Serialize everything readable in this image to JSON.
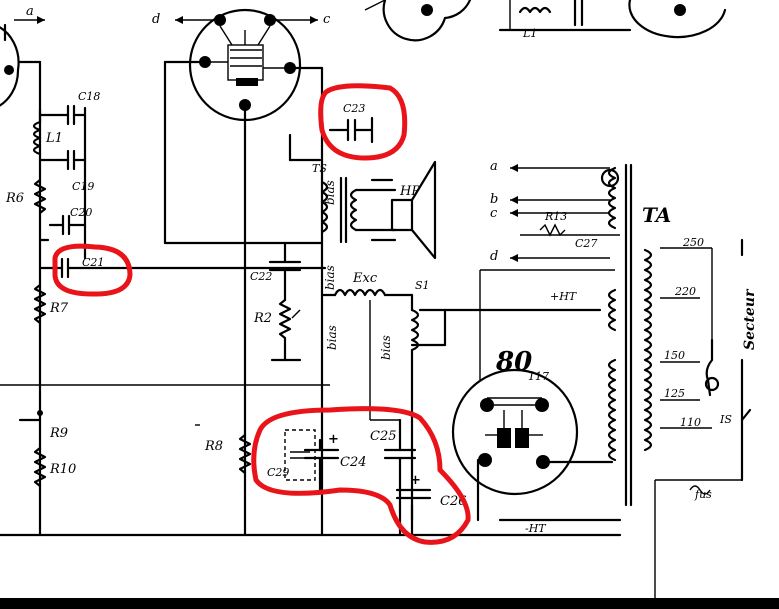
{
  "labels": {
    "a_top": "a",
    "d_top": "d",
    "c_top": "c",
    "l1_top": "L1",
    "c18": "C18",
    "l1": "L1",
    "c19": "C19",
    "r6": "R6",
    "c20": "C20",
    "c21": "C21",
    "r7": "R7",
    "r9": "R9",
    "r10": "R10",
    "c23": "C23",
    "ts": "TS",
    "hp": "HP",
    "bias_top": "bias",
    "bias_mid": "bias",
    "c22": "C22",
    "r2": "R2",
    "exc": "Exc",
    "s1": "S1",
    "r8": "R8",
    "c24": "C24",
    "c25": "C25",
    "c29": "C29",
    "c26": "C26",
    "plus1": "+",
    "plus2": "+",
    "a_right": "a",
    "b_right": "b",
    "c_right": "c",
    "d_right": "d",
    "r13": "R13",
    "c27": "C27",
    "ta": "TA",
    "plus_ht": "+HT",
    "minus_ht": "-HT",
    "tube_80": "80",
    "tube_sub": "117",
    "v250": "250",
    "v220": "220",
    "v150": "150",
    "v125": "125",
    "v110": "110",
    "secteur": "Secteur",
    "is": "IS",
    "fus": "fus"
  },
  "highlights": [
    "C23",
    "C21",
    "C24 C25 C26 C29"
  ],
  "colors": {
    "ink": "#000000",
    "highlight": "#e8141a",
    "paper": "#ffffff"
  }
}
